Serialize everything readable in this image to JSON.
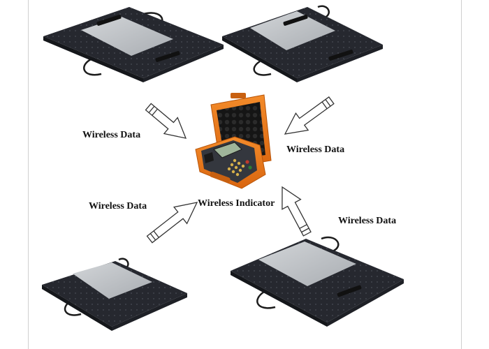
{
  "labels": {
    "top_left": "Wireless Data",
    "top_right": "Wireless Data",
    "bottom_left": "Wireless Data",
    "bottom_right": "Wireless Data",
    "center": "Wireless Indicator"
  },
  "colors": {
    "pad_rubber": "#26282f",
    "pad_plate": "#bcc0c4",
    "case_orange": "#ee7d1e",
    "foam": "#1b1b1b",
    "panel": "#3a3d44",
    "arrow_stroke": "#333333"
  },
  "icons": [
    "weighing-pad-icon",
    "wireless-indicator-case-icon",
    "hollow-arrow-icon"
  ]
}
